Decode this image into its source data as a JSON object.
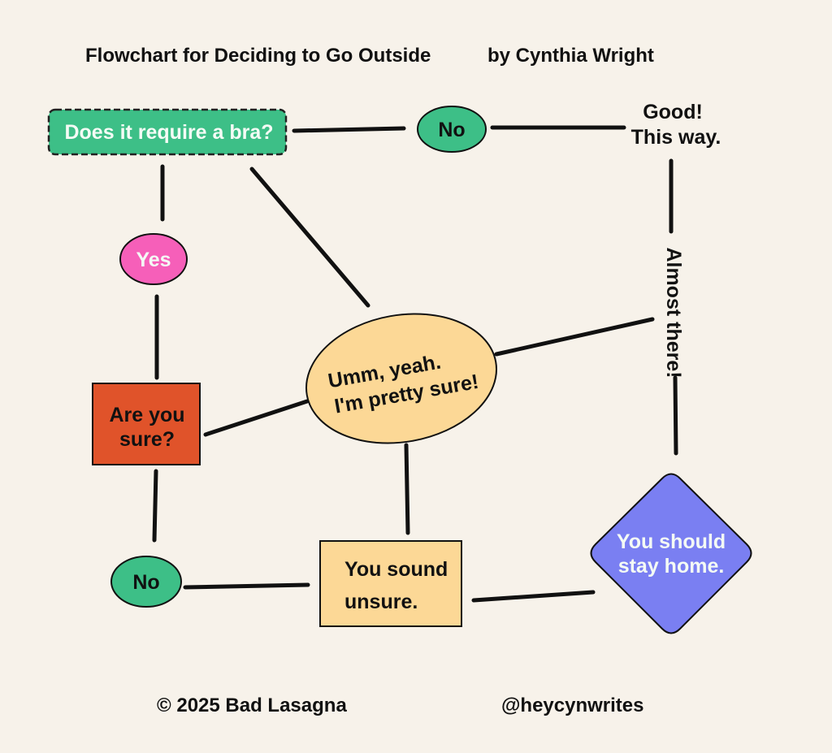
{
  "header": {
    "title": "Flowchart for Deciding to Go Outside",
    "author": "by Cynthia Wright"
  },
  "nodes": {
    "start": "Does it require a bra?",
    "no_top": "No",
    "good_line1": "Good!",
    "good_line2": "This way.",
    "almost": "Almost there!",
    "yes": "Yes",
    "are_you_sure_line1": "Are you",
    "are_you_sure_line2": "sure?",
    "umm_line1": "Umm, yeah.",
    "umm_line2": "I'm pretty sure!",
    "no_bottom": "No",
    "unsure_line1": "You sound",
    "unsure_line2": "unsure.",
    "stay_home_line1": "You should",
    "stay_home_line2": "stay home."
  },
  "footer": {
    "copyright": "© 2025 Bad Lasagna",
    "handle": "@heycynwrites"
  },
  "colors": {
    "background": "#f7f2ea",
    "green": "#3dbf87",
    "pink": "#f65fb9",
    "orange": "#e0532a",
    "peach": "#fcd896",
    "purple": "#7a7ff2"
  }
}
